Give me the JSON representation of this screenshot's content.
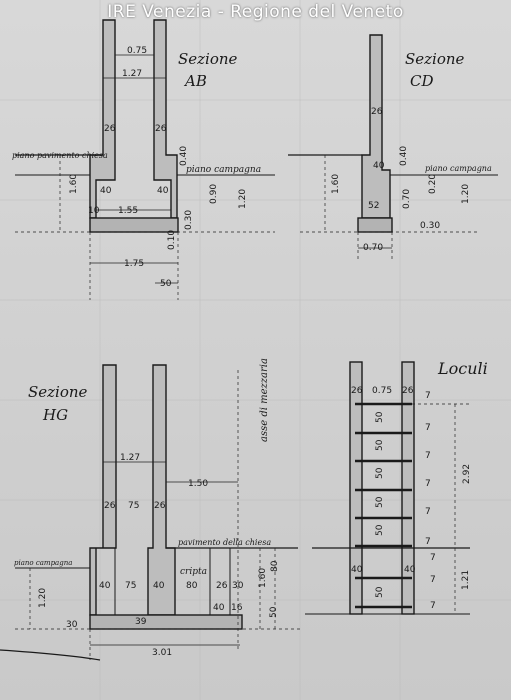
{
  "watermark": "IRE Venezia - Regione del Veneto",
  "sections": {
    "ab": {
      "title_line1": "Sezione",
      "title_line2": "AB",
      "dims": [
        "0.75",
        "1.27",
        "26",
        "26",
        "40",
        "40",
        "1.55",
        "10",
        "1.75",
        "50",
        "1.20",
        "0.90",
        "0.30",
        "0.40",
        "1.60",
        "0.10"
      ],
      "labels": [
        "piano pavimento chiesa",
        "piano campagna"
      ]
    },
    "cd": {
      "title_line1": "Sezione",
      "title_line2": "CD",
      "dims": [
        "26",
        "40",
        "52",
        "0.70",
        "1.60",
        "0.40",
        "0.20",
        "1.20",
        "0.30",
        "0.70"
      ],
      "labels": [
        "piano campagna"
      ]
    },
    "hg": {
      "title_line1": "Sezione",
      "title_line2": "HG",
      "dims": [
        "1.27",
        "26",
        "75",
        "26",
        "1.50",
        "40",
        "75",
        "40",
        "80",
        "26",
        "30",
        "40",
        "16",
        "39",
        "1.20",
        "30",
        "3.01",
        "1.60",
        "50",
        "80"
      ],
      "labels": [
        "asse di mezzaria",
        "pavimento della chiesa",
        "piano campagna",
        "cripta"
      ]
    },
    "loculi": {
      "title": "Loculi",
      "dims": [
        "26",
        "0.75",
        "26",
        "50",
        "50",
        "50",
        "50",
        "50",
        "40",
        "40",
        "50",
        "2.92",
        "1.21"
      ],
      "sevens": [
        "7",
        "7",
        "7",
        "7",
        "7",
        "7",
        "7",
        "7",
        "7"
      ]
    }
  }
}
